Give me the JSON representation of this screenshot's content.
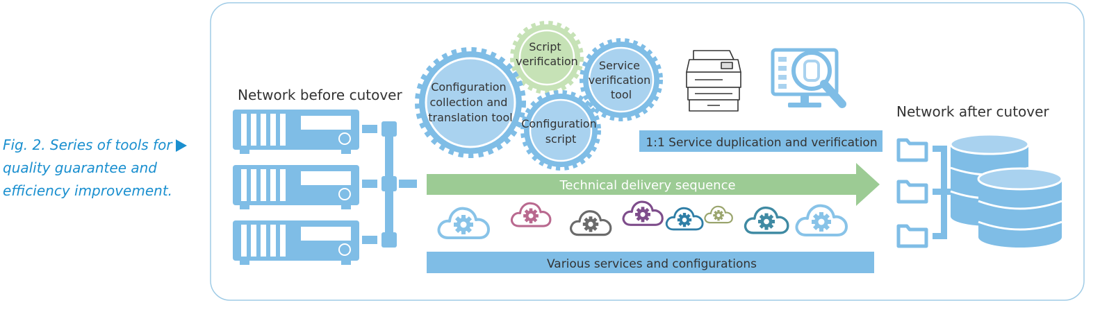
{
  "caption": {
    "lines": [
      "Fig. 2. Series of tools for",
      "quality guarantee and",
      "efficiency improvement."
    ]
  },
  "left_label": "Network before cutover",
  "right_label": "Network after cutover",
  "gears": {
    "script_verification": [
      "Script",
      "verification"
    ],
    "config_collection": [
      "Configuration",
      "collection and",
      "translation tool"
    ],
    "service_verification": [
      "Service",
      "verification",
      "tool"
    ],
    "config_script": [
      "Configuration",
      "script"
    ]
  },
  "service_dup_label": "1:1 Service duplication and verification",
  "delivery_label": "Technical delivery sequence",
  "services_label": "Various services and configurations",
  "colors": {
    "blue": "#7fbde6",
    "light_blue": "#a9d2ef",
    "green": "#9ccb94",
    "light_green": "#c6e2b6",
    "border": "#9fcbe6",
    "caption": "#1a8fcf"
  }
}
